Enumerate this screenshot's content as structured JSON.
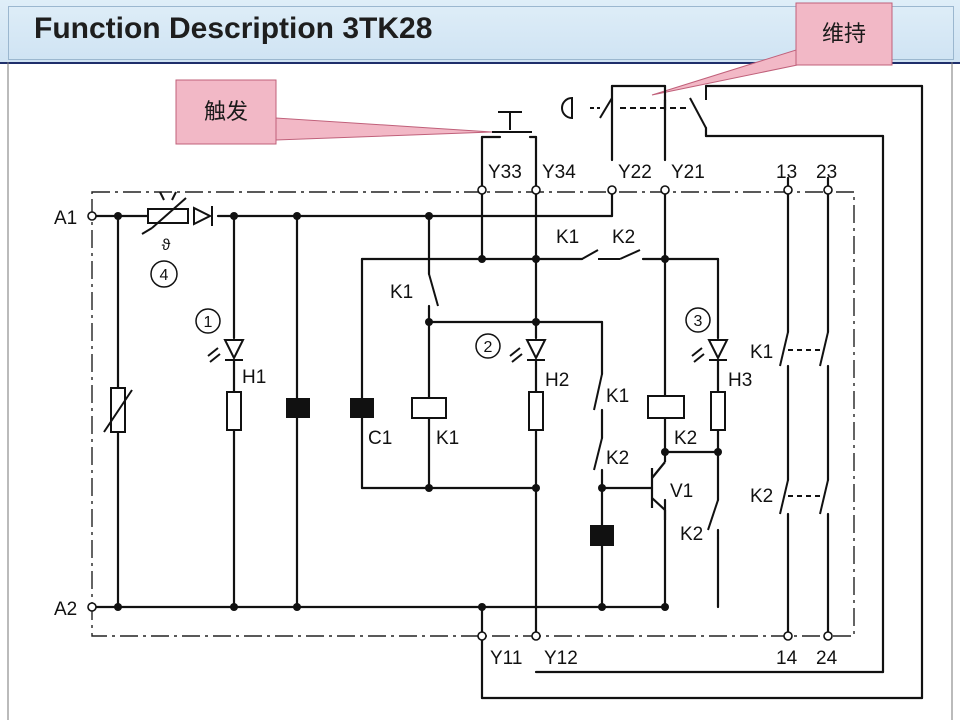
{
  "header": {
    "title": "Function Description 3TK28"
  },
  "callouts": {
    "trigger": "触发",
    "hold": "维持"
  },
  "terminals": {
    "a1": "A1",
    "a2": "A2",
    "y33": "Y33",
    "y34": "Y34",
    "y22": "Y22",
    "y21": "Y21",
    "y11": "Y11",
    "y12": "Y12",
    "t13": "13",
    "t23": "23",
    "t14": "14",
    "t24": "24"
  },
  "components": {
    "h1": "H1",
    "h2": "H2",
    "h3": "H3",
    "c1": "C1",
    "k1": "K1",
    "k2": "K2",
    "v1": "V1",
    "theta": "ϑ",
    "n1": "1",
    "n2": "2",
    "n3": "3",
    "n4": "4"
  },
  "colors": {
    "header_bg": "#d6e8f5",
    "callout_bg": "#f2b8c6",
    "callout_border": "#c0607a",
    "line": "#111111"
  }
}
